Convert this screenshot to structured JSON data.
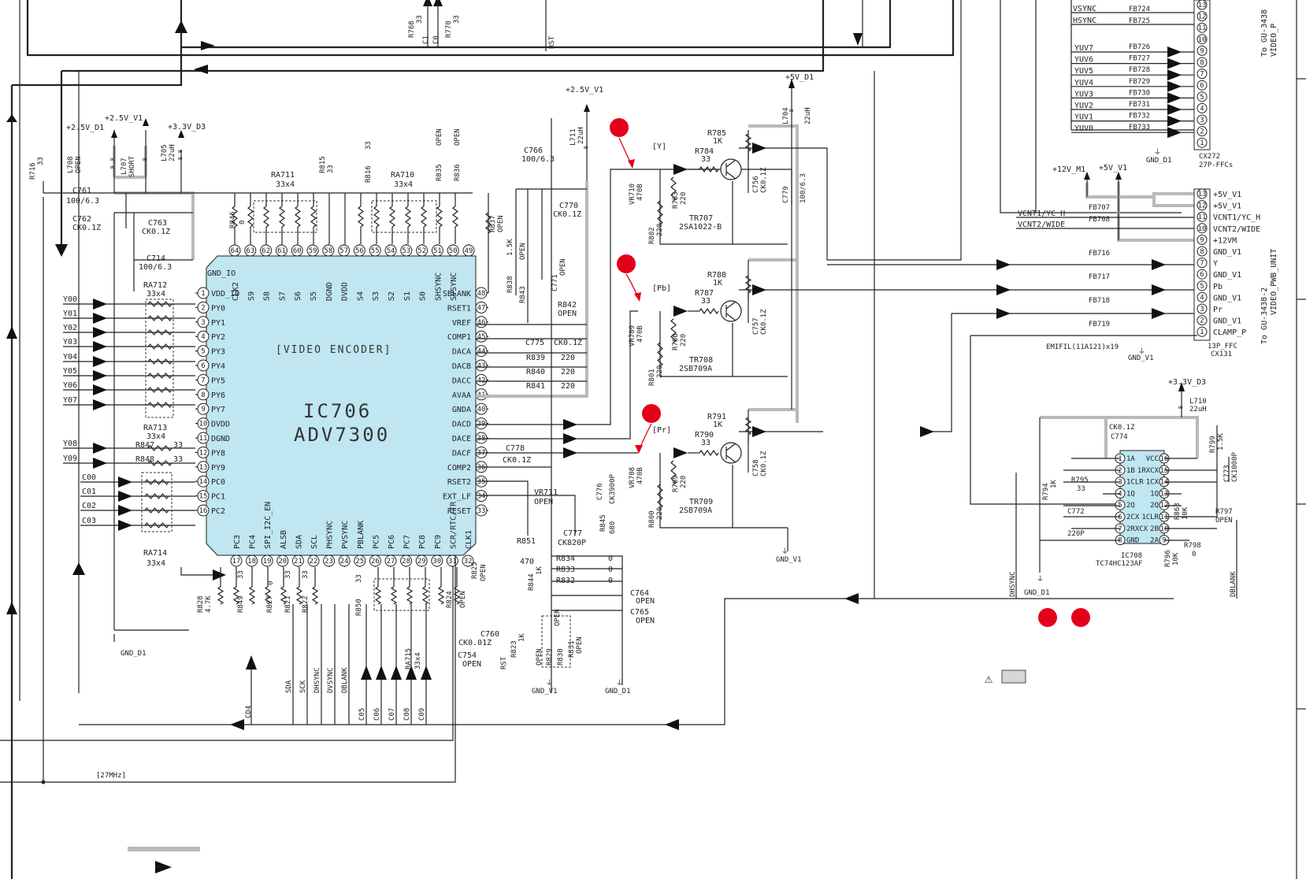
{
  "ic706": {
    "label": "[VIDEO ENCODER]",
    "ref": "IC706",
    "part": "ADV7300",
    "left_pins": [
      {
        "n": "1",
        "name": "VDD_IO"
      },
      {
        "n": "2",
        "name": "PY0"
      },
      {
        "n": "3",
        "name": "PY1"
      },
      {
        "n": "4",
        "name": "PY2"
      },
      {
        "n": "5",
        "name": "PY3"
      },
      {
        "n": "6",
        "name": "PY4"
      },
      {
        "n": "7",
        "name": "PY5"
      },
      {
        "n": "8",
        "name": "PY6"
      },
      {
        "n": "9",
        "name": "PY7"
      },
      {
        "n": "10",
        "name": "DVDD"
      },
      {
        "n": "11",
        "name": "DGND"
      },
      {
        "n": "12",
        "name": "PY8"
      },
      {
        "n": "13",
        "name": "PY9"
      },
      {
        "n": "14",
        "name": "PC0"
      },
      {
        "n": "15",
        "name": "PC1"
      },
      {
        "n": "16",
        "name": "PC2"
      }
    ],
    "right_pins": [
      {
        "n": "48",
        "name": "SBLANK"
      },
      {
        "n": "47",
        "name": "RSET1"
      },
      {
        "n": "46",
        "name": "VREF"
      },
      {
        "n": "45",
        "name": "COMP1"
      },
      {
        "n": "44",
        "name": "DACA"
      },
      {
        "n": "43",
        "name": "DACB"
      },
      {
        "n": "42",
        "name": "DACC"
      },
      {
        "n": "41",
        "name": "AVAA"
      },
      {
        "n": "40",
        "name": "GNDA"
      },
      {
        "n": "39",
        "name": "DACD"
      },
      {
        "n": "38",
        "name": "DACE"
      },
      {
        "n": "37",
        "name": "DACF"
      },
      {
        "n": "36",
        "name": "COMP2"
      },
      {
        "n": "35",
        "name": "RSET2"
      },
      {
        "n": "34",
        "name": "EXT_LF"
      },
      {
        "n": "33",
        "name": "RESET"
      }
    ],
    "top_pins": [
      {
        "n": "64",
        "name": "CLK2"
      },
      {
        "n": "63",
        "name": "S9"
      },
      {
        "n": "62",
        "name": "S8"
      },
      {
        "n": "61",
        "name": "S7"
      },
      {
        "n": "60",
        "name": "S6"
      },
      {
        "n": "59",
        "name": "S5"
      },
      {
        "n": "58",
        "name": "DGND"
      },
      {
        "n": "57",
        "name": "DVDD"
      },
      {
        "n": "56",
        "name": "S4"
      },
      {
        "n": "55",
        "name": "S3"
      },
      {
        "n": "54",
        "name": "S2"
      },
      {
        "n": "53",
        "name": "S1"
      },
      {
        "n": "52",
        "name": "S0"
      },
      {
        "n": "51",
        "name": "SHSYNC"
      },
      {
        "n": "50",
        "name": "SVSYNC"
      },
      {
        "n": "49",
        "name": ""
      }
    ],
    "bottom_pins": [
      {
        "n": "17",
        "name": "PC3"
      },
      {
        "n": "18",
        "name": "PC4"
      },
      {
        "n": "19",
        "name": "SPI_I2C_EN"
      },
      {
        "n": "20",
        "name": "ALSB"
      },
      {
        "n": "21",
        "name": "SDA"
      },
      {
        "n": "22",
        "name": "SCL"
      },
      {
        "n": "23",
        "name": "PHSYNC"
      },
      {
        "n": "24",
        "name": "PVSYNC"
      },
      {
        "n": "25",
        "name": "PBLANK"
      },
      {
        "n": "26",
        "name": "PC5"
      },
      {
        "n": "27",
        "name": "PC6"
      },
      {
        "n": "28",
        "name": "PC7"
      },
      {
        "n": "29",
        "name": "PC8"
      },
      {
        "n": "30",
        "name": "PC9"
      },
      {
        "n": "31",
        "name": "SCR/RTC/TR"
      },
      {
        "n": "32",
        "name": "CLK1"
      }
    ]
  },
  "gnd_io": "GND_IO",
  "y_inputs": [
    "Y00",
    "Y01",
    "Y02",
    "Y03",
    "Y04",
    "Y05",
    "Y06",
    "Y07",
    "Y08",
    "Y09"
  ],
  "c_inputs": [
    "C00",
    "C01",
    "C02",
    "C03"
  ],
  "c_bottom": [
    "C05",
    "C06",
    "C07",
    "C08",
    "C09"
  ],
  "cd4": "CD4",
  "bottom_signals": [
    "SDA",
    "SCK",
    "DHSYNC",
    "DVSYNC",
    "DBLANK"
  ],
  "clock_label": "[27MHz]",
  "rst": "RST",
  "top_signals": {
    "r768": "R768",
    "v33a": "33",
    "r770": "R770",
    "v33b": "33",
    "c1": "C1",
    "c0": "C0"
  },
  "power_left": {
    "p25_d1": "+2.5V_D1",
    "p25_v1": "+2.5V_V1",
    "p33_d3": "+3.3V_D3",
    "l708": "L708",
    "open": "OPEN",
    "l707": "L707",
    "short": "SHORT",
    "l705": "L705",
    "v22uh": "22uH",
    "r716": "R716",
    "v33": "33",
    "c761": "C761",
    "c761v": "100/6.3",
    "c762": "C762",
    "c762v": "CK0.1Z",
    "c763": "C763",
    "c763v": "CK0.1Z",
    "c714": "C714",
    "c714v": "100/6.3"
  },
  "resistors_left": {
    "ra712": "RA712",
    "ra712v": "33x4",
    "ra713": "RA713",
    "ra713v": "33x4",
    "r847": "R847",
    "r848": "R848",
    "v33": "33",
    "ra714": "RA714",
    "ra714v": "33x4"
  },
  "resistors_top": {
    "r846": "R846",
    "v0": "0",
    "ra711": "RA711",
    "ra711v": "33x4",
    "r815": "R815",
    "v33": "33",
    "r816": "R816",
    "ra710": "RA710",
    "ra710v": "33x4",
    "r835": "R835",
    "r836": "R836",
    "open": "OPEN",
    "r837": "R837"
  },
  "resistors_bottom": {
    "r828": "R828",
    "r828v": "4.7K",
    "r849": "R849",
    "r849v": "33",
    "r827": "R827",
    "r827v": "0",
    "r821": "R821",
    "r822": "R822",
    "v33": "33",
    "r850": "R850",
    "ra715": "RA715",
    "ra715v": "33x4",
    "r824": "R824",
    "r825": "R825",
    "open": "OPEN",
    "c760": "C760",
    "c760v": "CK0.01Z",
    "r823": "R823",
    "r823v": "1K",
    "c754": "C754",
    "c754v": "OPEN",
    "gnd_d1": "GND_D1"
  },
  "dac_area": {
    "r838": "R838",
    "r838v": "1.5K",
    "r843": "R843",
    "r843v": "OPEN",
    "c771": "C771",
    "c771v": "OPEN",
    "r842": "R842",
    "r842v": "OPEN",
    "c775": "C775",
    "c775v": "CK0.1Z",
    "r839": "R839",
    "r840": "R840",
    "r841": "R841",
    "v220": "220",
    "c778": "C778",
    "c778v": "CK0.1Z",
    "vr711": "VR711",
    "vr711v": "OPEN",
    "c776": "C776",
    "c776v": "CK3900P",
    "r845": "R845",
    "r845v": "680",
    "c777": "C777",
    "c777v": "CK820P",
    "r851": "R851",
    "r851v": "470",
    "r844": "R844",
    "r844v": "1K",
    "r834": "R834",
    "r833": "R833",
    "r832": "R832",
    "v0": "0",
    "c764": "C764",
    "c765": "C765",
    "open": "OPEN",
    "r829": "R829",
    "r830": "R830",
    "r831": "R831",
    "gnd_v1": "GND_V1",
    "gnd_d1": "GND_D1",
    "p25_v1": "+2.5V_V1",
    "l711": "L711",
    "l711v": "22uH",
    "c766": "C766",
    "c766v": "100/6.3",
    "c770": "C770",
    "c770v": "CK0.1Z"
  },
  "transistors": {
    "p5_d1": "+5V_D1",
    "l704": "L704",
    "l704v": "22uH",
    "c779": "C779",
    "c779v": "100/6.3",
    "y": {
      "tag": "[Y]",
      "vr": "VR710",
      "vrv": "470B",
      "r785": "R785",
      "r785v": "1K",
      "r784": "R784",
      "r784v": "33",
      "c756": "C756",
      "c756v": "CK0.1Z",
      "r783": "R783",
      "r783v": "220",
      "r802": "R802",
      "r802v": "220",
      "tr": "TR707",
      "trv": "2SA1022-B"
    },
    "pb": {
      "tag": "[Pb]",
      "vr": "VR709",
      "vrv": "470B",
      "r788": "R788",
      "r788v": "1K",
      "r787": "R787",
      "r787v": "33",
      "c757": "C757",
      "c757v": "CK0.1Z",
      "r786": "R786",
      "r786v": "220",
      "r801": "R801",
      "r801v": "220",
      "tr": "TR708",
      "trv": "2SB709A"
    },
    "pr": {
      "tag": "[Pr]",
      "vr": "VR708",
      "vrv": "470B",
      "r791": "R791",
      "r791v": "1K",
      "r790": "R790",
      "r790v": "33",
      "c758": "C758",
      "c758v": "CK0.1Z",
      "r789": "R789",
      "r789v": "220",
      "r800": "R800",
      "r800v": "220",
      "tr": "TR709",
      "trv": "2SB709A"
    },
    "gnd_v1": "GND_V1"
  },
  "cx272": {
    "ref": "CX272",
    "type": "27P-FFCs",
    "gnd": "GND_D1",
    "vsync": "VSYNC",
    "hsync": "HSYNC",
    "fb": [
      "FB724",
      "FB725",
      "FB726",
      "FB727",
      "FB728",
      "FB729",
      "FB730",
      "FB731",
      "FB732",
      "FB733"
    ],
    "yuv": [
      "YUV7",
      "YUV6",
      "YUV5",
      "YUV4",
      "YUV3",
      "YUV2",
      "YUV1",
      "YUV0"
    ],
    "pins": [
      "13",
      "12",
      "11",
      "10",
      "9",
      "8",
      "7",
      "6",
      "5",
      "4",
      "3",
      "2",
      "1"
    ],
    "to": "To GU-3438",
    "to2": "VIDEO_P"
  },
  "cx131": {
    "ref": "CX131",
    "type": "13P_FFC",
    "gnd": "GND_V1",
    "emifil": "EMIFIL(11A121)x19",
    "p12_m1": "+12V_M1",
    "p5_v1": "+5V_V1",
    "vcnt1": "VCNT1/YC_H",
    "vcnt2": "VCNT2/WIDE",
    "fb": [
      "FB707",
      "FB708",
      "FB716",
      "FB717",
      "FB718",
      "FB719"
    ],
    "pins": [
      {
        "n": "13",
        "name": "+5V_V1"
      },
      {
        "n": "12",
        "name": "+5V_V1"
      },
      {
        "n": "11",
        "name": "VCNT1/YC_H"
      },
      {
        "n": "10",
        "name": "VCNT2/WIDE"
      },
      {
        "n": "9",
        "name": "+12VM"
      },
      {
        "n": "8",
        "name": "GND_V1"
      },
      {
        "n": "7",
        "name": "Y"
      },
      {
        "n": "6",
        "name": "GND_V1"
      },
      {
        "n": "5",
        "name": "Pb"
      },
      {
        "n": "4",
        "name": "GND_V1"
      },
      {
        "n": "3",
        "name": "Pr"
      },
      {
        "n": "2",
        "name": "GND_V1"
      },
      {
        "n": "1",
        "name": "CLAMP_P"
      }
    ],
    "to": "To GU-3438-2",
    "to2": "VIDEO_PWB_UNIT"
  },
  "ic708": {
    "ref": "IC708",
    "part": "TC74HC123AF",
    "p33_d3": "+3.3V_D3",
    "l710": "L710",
    "l710v": "22uH",
    "c774": "C774",
    "c774v": "CK0.1Z",
    "r799": "R799",
    "r799v": "1.5K",
    "c773": "C773",
    "c773v": "CK1000P",
    "r794": "R794",
    "r794v": "1K",
    "r795": "R795",
    "r795v": "33",
    "c772": "C772",
    "c772v": "220P",
    "r863": "R863",
    "r863v": "10K",
    "r797": "R797",
    "r797v": "OPEN",
    "r798": "R798",
    "r798v": "0",
    "r796": "R796",
    "r796v": "10K",
    "gnd": "GND_D1",
    "dhsync": "DHSYNC",
    "dblank": "DBLANK",
    "left": [
      "1A",
      "1B",
      "1CLR",
      "1Q",
      "2Q",
      "2CX",
      "2RXCX",
      "GND"
    ],
    "right": [
      "VCC",
      "1RXCX",
      "1CX",
      "1Q",
      "2Q",
      "1CLR",
      "2B",
      "2A"
    ]
  },
  "legend": {
    "note": ""
  },
  "colors": {
    "ic_fill": "#bfe6f1",
    "marker": "#e3001b",
    "wire": "#222222",
    "grey_line": "#b9b9b9"
  }
}
